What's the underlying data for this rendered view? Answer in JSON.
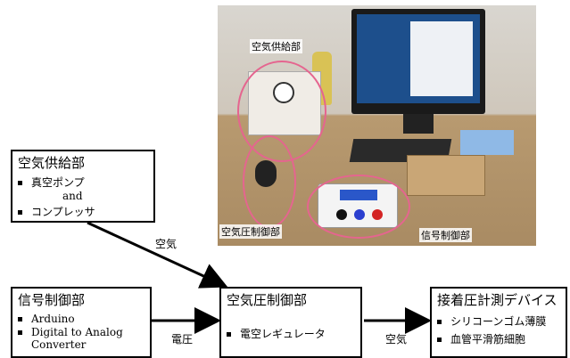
{
  "photo": {
    "labels": {
      "air_supply": "空気供給部",
      "pressure_control": "空気圧制御部",
      "signal_control": "信号制御部"
    }
  },
  "boxes": {
    "air_supply": {
      "title": "空気供給部",
      "items": [
        "真空ポンプ",
        "and",
        "コンプレッサ"
      ]
    },
    "signal_control": {
      "title": "信号制御部",
      "items": [
        "Arduino",
        "Digital to Analog",
        "Converter"
      ]
    },
    "pressure_control": {
      "title": "空気圧制御部",
      "items": [
        "電空レギュレータ"
      ]
    },
    "measurement": {
      "title": "接着圧計測デバイス",
      "items": [
        "シリコーンゴム薄膜",
        "血管平滑筋細胞"
      ]
    }
  },
  "edges": {
    "air": "空気",
    "voltage": "電圧",
    "air2": "空気"
  },
  "colors": {
    "highlight": "#e5658f"
  }
}
